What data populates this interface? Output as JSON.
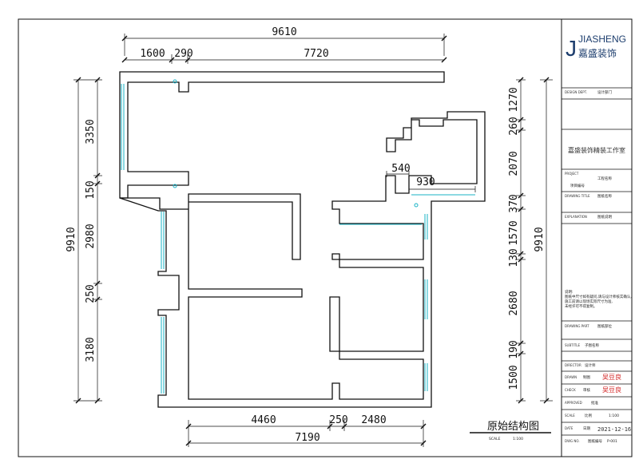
{
  "dims_top": {
    "overall": "9610",
    "d1": "1600",
    "d2": "290",
    "d3": "7720"
  },
  "dims_bottom": {
    "d1": "4460",
    "d2": "250",
    "d3": "2480",
    "overall": "7190"
  },
  "dims_left": {
    "overall": "9910",
    "d1": "3350",
    "d2": "150",
    "d3": "2980",
    "d4": "250",
    "d5": "3180"
  },
  "dims_right": {
    "overall": "9910",
    "d1": "1270",
    "d2": "260",
    "d3": "2070",
    "d4": "370",
    "d5": "1570",
    "d6": "130",
    "d7": "2680",
    "d8": "190",
    "d9": "1500"
  },
  "dims_inner": {
    "d1": "540",
    "d2": "930"
  },
  "drawing": {
    "title": "原始结构图",
    "scale_label": "SCALE",
    "scale_value": "1:100"
  },
  "title_block": {
    "logo_letters": "JIASHENG",
    "logo_cn": "嘉盛装饰",
    "design_dept_label": "DESIGN DEPT.",
    "design_dept_value": "设计部门",
    "studio_name": "嘉盛装饰精装工作室",
    "project_label": "PROJECT",
    "project_value": "工程名称",
    "project_no": "项目编号",
    "drawing_title_label": "DRAWING TITLE",
    "drawing_title_value": "图纸名称",
    "explanation_label": "EXPLANATION",
    "explanation_value": "图纸说明",
    "notes_title": "说明:",
    "notes_1": "图纸中尺寸如有疑问,请与设计师核实确认,",
    "notes_2": "施工前请以现场实际尺寸为准,",
    "notes_3": "未经许可不得复制。",
    "drawing_no_label": "DRAWING PART",
    "drawing_no_value": "图纸部位",
    "sub_title_label": "SUBTITLE",
    "sub_title_value": "子图名称",
    "director_label": "DIRECTOR",
    "director_value": "设计师",
    "drawn_label": "DRAWN",
    "drawn_value": "制图",
    "drawn_sign": "吴豆良",
    "check_label": "CHECK",
    "check_value": "审核",
    "check_sign": "吴豆良",
    "approved_label": "APPROVED",
    "approved_value": "批准",
    "scale_label": "SCALE",
    "scale_value": "比例",
    "scale_num": "1:100",
    "date_label": "DATE",
    "date_value": "日期",
    "date_num": "2021-12-16",
    "dwg_label": "DWG NO.",
    "dwg_value": "图纸编号",
    "dwg_num": "P-001"
  },
  "colors": {
    "window": "#19b3c6",
    "signature": "#d21f1f"
  }
}
